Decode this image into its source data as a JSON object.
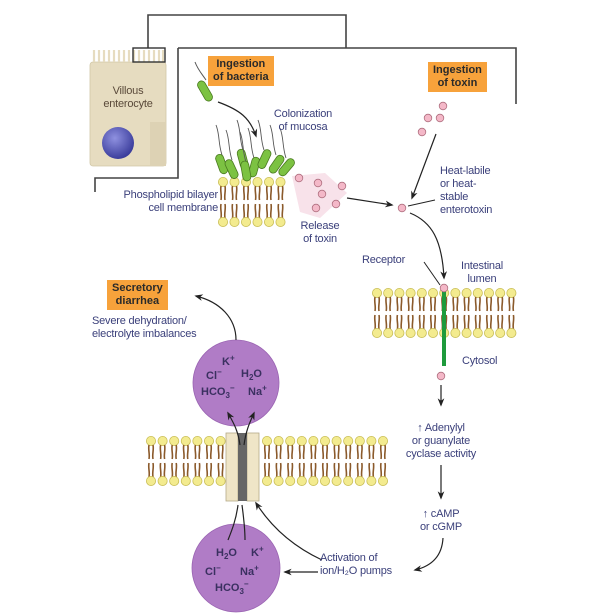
{
  "title_boxes": {
    "ingestion_bacteria": [
      "Ingestion",
      "of bacteria"
    ],
    "ingestion_toxin": [
      "Ingestion",
      "of toxin"
    ],
    "secretory_diarrhea": [
      "Secretory",
      "diarrhea"
    ]
  },
  "labels": {
    "villous_enterocyte": [
      "Villous",
      "enterocyte"
    ],
    "colonization": [
      "Colonization",
      "of mucosa"
    ],
    "phospholipid": [
      "Phospholipid bilayer",
      "cell membrane"
    ],
    "release_toxin": [
      "Release",
      "of toxin"
    ],
    "heat_labile": [
      "Heat-labile",
      "or heat-",
      "stable",
      "enterotoxin"
    ],
    "receptor": "Receptor",
    "intestinal_lumen": [
      "Intestinal",
      "lumen"
    ],
    "cytosol": "Cytosol",
    "adenylyl": [
      "↑ Adenylyl",
      "or guanylate",
      "cyclase activity"
    ],
    "camp": [
      "↑ cAMP",
      "or cGMP"
    ],
    "activation": [
      "Activation of",
      "ion/H₂O pumps"
    ],
    "dehydration": [
      "Severe dehydration/",
      "electrolyte imbalances"
    ]
  },
  "ions_top": {
    "k": "K",
    "k_sup": "+",
    "cl": "Cl",
    "cl_sup": "−",
    "h2o_a": "H",
    "h2o_sub": "2",
    "h2o_b": "O",
    "hco3": "HCO",
    "hco3_sub": "3",
    "hco3_sup": "−",
    "na": "Na",
    "na_sup": "+"
  },
  "ions_bottom": {
    "h2o_a": "H",
    "h2o_sub": "2",
    "h2o_b": "O",
    "k": "K",
    "k_sup": "+",
    "cl": "Cl",
    "cl_sup": "−",
    "na": "Na",
    "na_sup": "+",
    "hco3": "HCO",
    "hco3_sub": "3",
    "hco3_sup": "−"
  },
  "colors": {
    "orange_box": "#f7a23b",
    "label_text": "#3a3f7a",
    "lipid_head": "#f3eb8f",
    "lipid_tail": "#8b5a2b",
    "bacteria": "#7cc242",
    "toxin": "#f4b8c8",
    "ion_circle": "#b07cc6",
    "receptor": "#1e9a3c",
    "cell": "#e6dcc0",
    "nucleus": "#5557b8"
  }
}
